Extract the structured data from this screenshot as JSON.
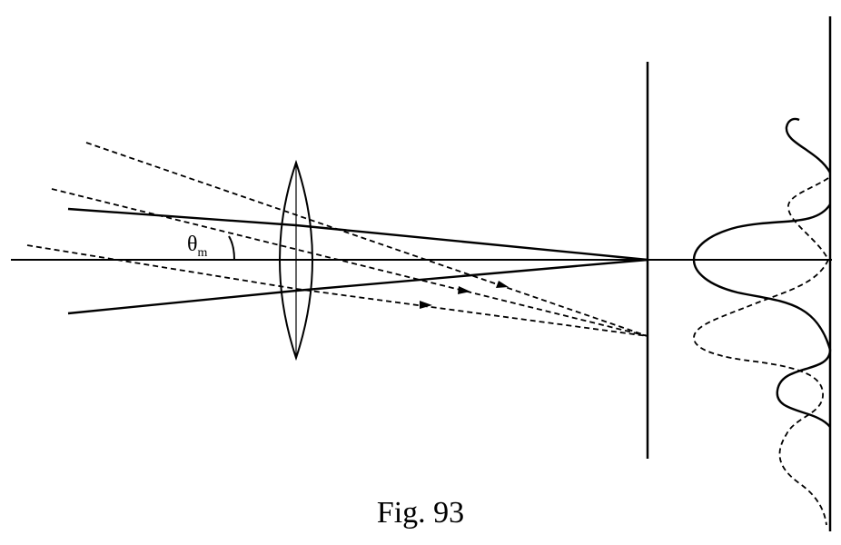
{
  "figure": {
    "caption": "Fig. 93",
    "angle_label": {
      "symbol": "θ",
      "subscript": "m"
    }
  },
  "colors": {
    "ink": "#000000",
    "background": "#ffffff"
  }
}
